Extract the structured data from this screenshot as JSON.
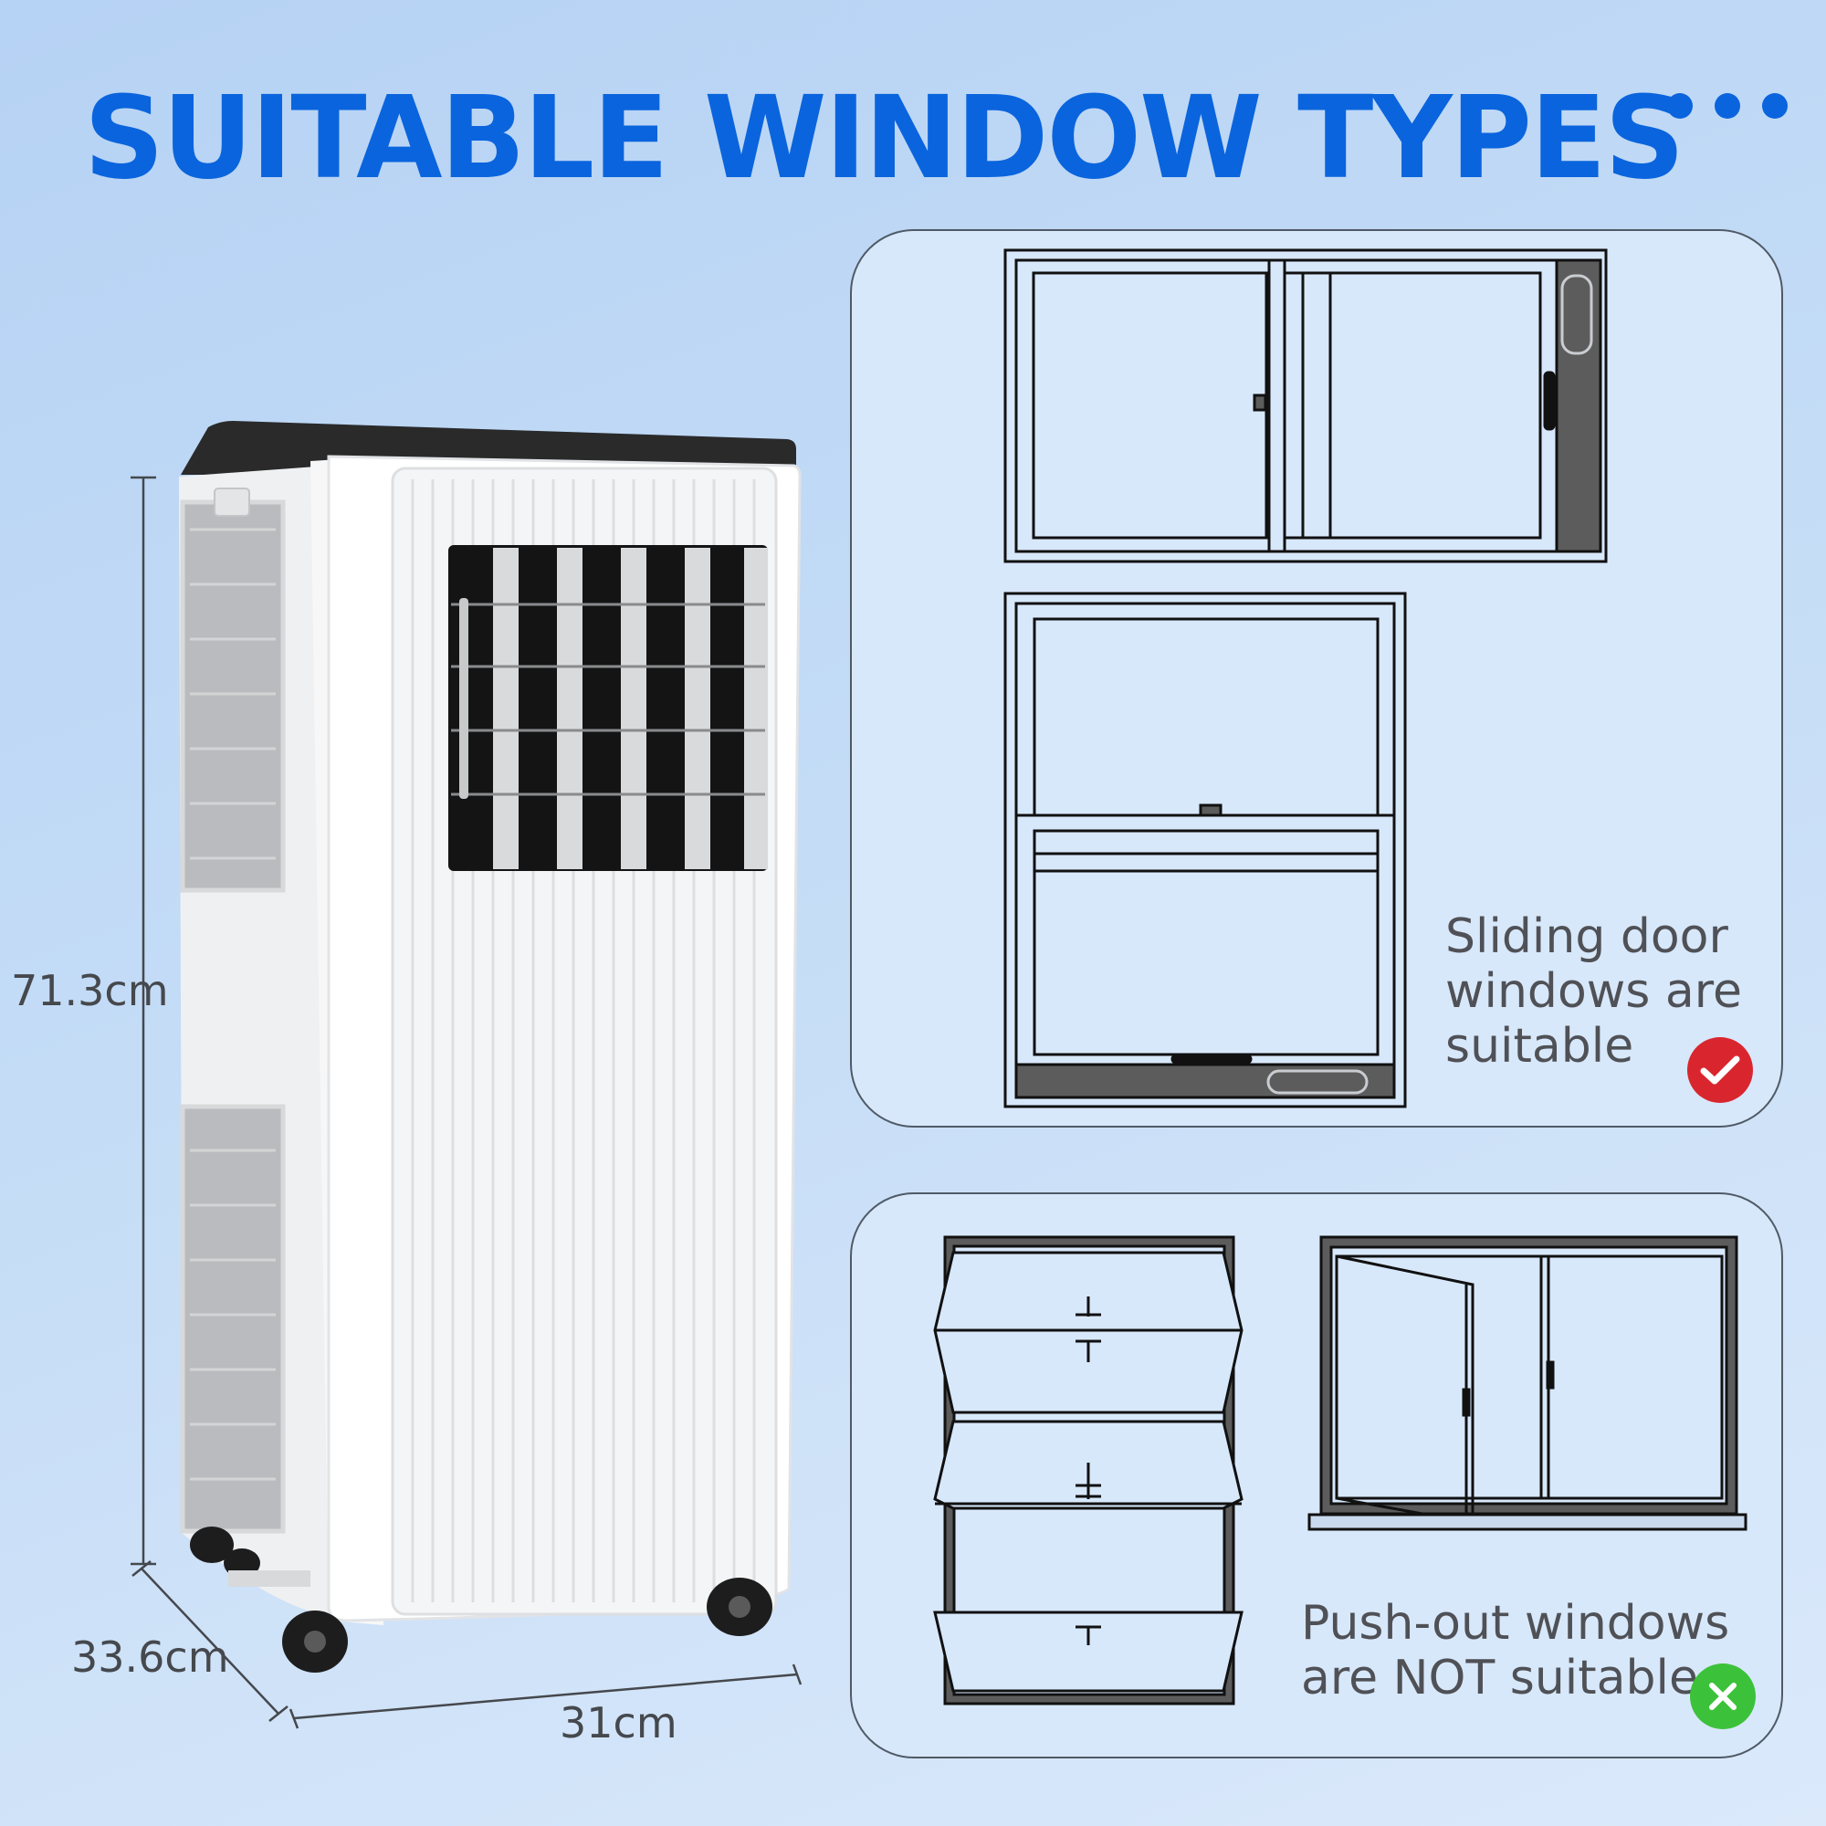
{
  "header": {
    "title": "SUITABLE WINDOW TYPES",
    "menu_icon": "more-dots-icon"
  },
  "product": {
    "name": "portable-air-conditioner",
    "dimensions": {
      "height": "71.3cm",
      "depth": "33.6cm",
      "width": "31cm"
    }
  },
  "panels": {
    "suitable": {
      "caption": "Sliding door\nwindows are\nsuitable",
      "badge_icon": "check-icon",
      "badge_color": "#d9262e"
    },
    "not_suitable": {
      "caption": "Push-out windows\nare NOT suitable",
      "badge_icon": "cross-icon",
      "badge_color": "#3cc23a"
    }
  },
  "colors": {
    "title": "#0a64dd",
    "panel_bg": "#d8e8fb",
    "frame_dark": "#5c5c5c"
  }
}
